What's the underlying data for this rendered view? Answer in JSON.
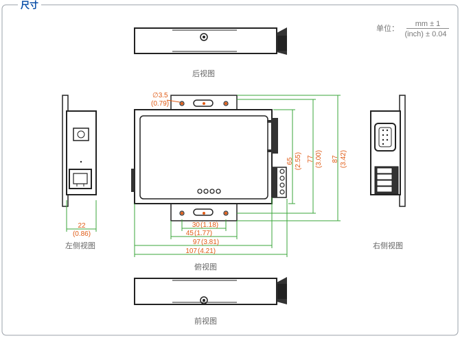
{
  "title": "尺寸",
  "unit": {
    "label": "单位：",
    "primary": "mm ± 1",
    "secondary": "(inch) ± 0.04"
  },
  "views": {
    "rear": "后视图",
    "left": "左侧视图",
    "top": "俯视图",
    "right": "右侧视图",
    "front": "前视图"
  },
  "dims": {
    "hole_mm": "∅3.5",
    "hole_in": "(0.79)",
    "h65_mm": "65",
    "h65_in": "(2.55)",
    "h77_mm": "77",
    "h77_in": "(3.00)",
    "h87_mm": "87",
    "h87_in": "(3.42)",
    "w22_mm": "22",
    "w22_in": "(0.86)",
    "w30_mm": "30",
    "w30_in": "(1.18)",
    "w45_mm": "45",
    "w45_in": "(1.77)",
    "w97_mm": "97",
    "w97_in": "(3.81)",
    "w107_mm": "107",
    "w107_in": "(4.21)"
  },
  "colors": {
    "title": "#0a4fa8",
    "dimension_line": "#3aa63a",
    "dimension_text": "#e05a14",
    "frame": "#9aa0a8",
    "drawing": "#333333"
  }
}
